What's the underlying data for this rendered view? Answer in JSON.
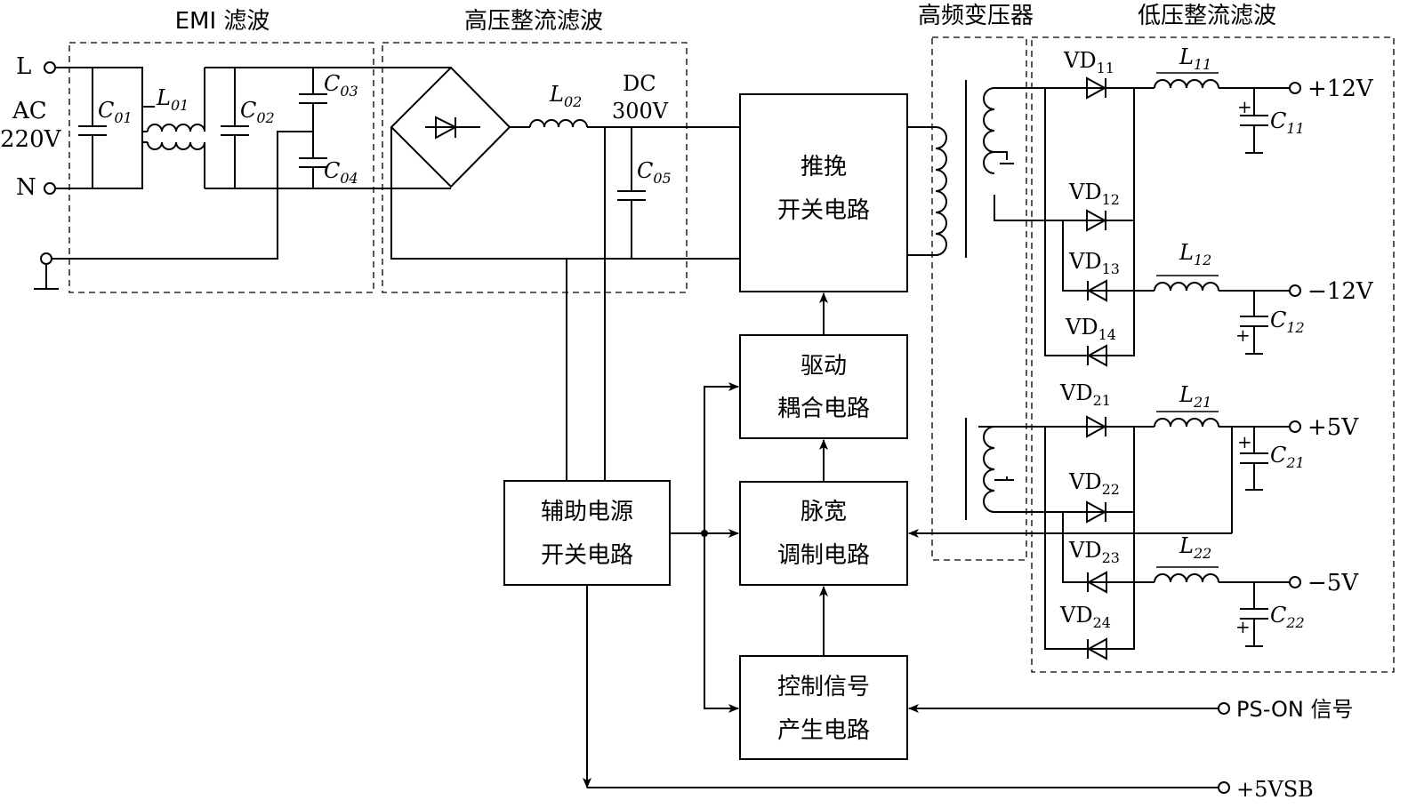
{
  "sections": {
    "emi": "EMI 滤波",
    "hv_rectifier": "高压整流滤波",
    "transformer": "高频变压器",
    "lv_rectifier": "低压整流滤波"
  },
  "input": {
    "L": "L",
    "N": "N",
    "ac_line1": "AC",
    "ac_line2": "220V"
  },
  "components": {
    "C01": {
      "main": "C",
      "sub": "01"
    },
    "L01": {
      "main": "L",
      "sub": "01"
    },
    "C02": {
      "main": "C",
      "sub": "02"
    },
    "C03": {
      "main": "C",
      "sub": "03"
    },
    "C04": {
      "main": "C",
      "sub": "04"
    },
    "L02": {
      "main": "L",
      "sub": "02"
    },
    "C05": {
      "main": "C",
      "sub": "05"
    },
    "dc_line1": "DC",
    "dc_line2": "300V",
    "VD11": {
      "main": "VD",
      "sub": "11"
    },
    "VD12": {
      "main": "VD",
      "sub": "12"
    },
    "VD13": {
      "main": "VD",
      "sub": "13"
    },
    "VD14": {
      "main": "VD",
      "sub": "14"
    },
    "VD21": {
      "main": "VD",
      "sub": "21"
    },
    "VD22": {
      "main": "VD",
      "sub": "22"
    },
    "VD23": {
      "main": "VD",
      "sub": "23"
    },
    "VD24": {
      "main": "VD",
      "sub": "24"
    },
    "L11": {
      "main": "L",
      "sub": "11"
    },
    "L12": {
      "main": "L",
      "sub": "12"
    },
    "L21": {
      "main": "L",
      "sub": "21"
    },
    "L22": {
      "main": "L",
      "sub": "22"
    },
    "C11": {
      "main": "C",
      "sub": "11"
    },
    "C12": {
      "main": "C",
      "sub": "12"
    },
    "C21": {
      "main": "C",
      "sub": "21"
    },
    "C22": {
      "main": "C",
      "sub": "22"
    }
  },
  "blocks": {
    "push_pull": {
      "line1": "推挽",
      "line2": "开关电路"
    },
    "driver": {
      "line1": "驱动",
      "line2": "耦合电路"
    },
    "pwm": {
      "line1": "脉宽",
      "line2": "调制电路"
    },
    "aux": {
      "line1": "辅助电源",
      "line2": "开关电路"
    },
    "control": {
      "line1": "控制信号",
      "line2": "产生电路"
    }
  },
  "outputs": {
    "p12": "+12V",
    "m12": "−12V",
    "p5": "+5V",
    "m5": "−5V",
    "ps_on": "PS-ON 信号",
    "vsb": "+5VSB"
  },
  "polarity": {
    "plus": "+"
  }
}
